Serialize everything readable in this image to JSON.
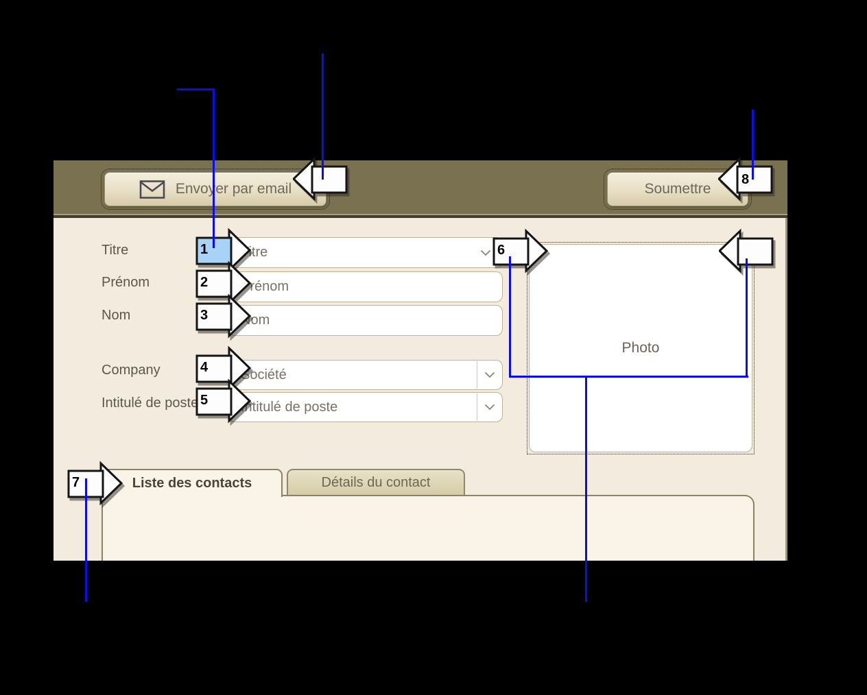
{
  "toolbar": {
    "email_button_label": "Envoyer par email",
    "submit_button_label": "Soumettre"
  },
  "form": {
    "title": {
      "label": "Titre",
      "placeholder": "Titre"
    },
    "first_name": {
      "label": "Prénom",
      "placeholder": "Prénom"
    },
    "last_name": {
      "label": "Nom",
      "placeholder": "Nom"
    },
    "company": {
      "label": "Company",
      "placeholder": "Société"
    },
    "job_title": {
      "label": "Intitulé de poste",
      "placeholder": "Intitulé de poste"
    },
    "photo_placeholder": "Photo"
  },
  "tabs": {
    "contacts_list": "Liste des contacts",
    "contact_details": "Détails du contact"
  },
  "annotations": {
    "labels": {
      "a1": "1",
      "a2": "2",
      "a3": "3",
      "a4": "4",
      "a5": "5",
      "a6": "6",
      "a7": "7",
      "a8": "8"
    },
    "colors": {
      "callout_blue": "#0b0bee",
      "arrow_fill": "#fdfdfd",
      "arrow1_highlight": "#a9d2f7"
    }
  }
}
